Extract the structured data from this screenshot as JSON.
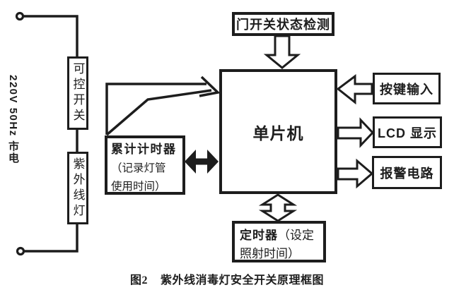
{
  "palette": {
    "ink": "#1d1d1d",
    "background": "#ffffff"
  },
  "power": {
    "label": "220V 50Hz 市电"
  },
  "blocks": {
    "controllable_switch": {
      "label": "可控开关"
    },
    "uv_lamp": {
      "label": "紫外线灯"
    },
    "door_switch_detect": {
      "label": "门开关状态检测"
    },
    "mcu": {
      "label": "单片机"
    },
    "key_input": {
      "label": "按键输入"
    },
    "lcd_display": {
      "label": "LCD 显示"
    },
    "alarm_circuit": {
      "label": "报警电路"
    },
    "accum_timer": {
      "title": "累计计时器",
      "note_line1": "（记录灯管",
      "note_line2": "使用时间）"
    },
    "set_timer": {
      "title": "定时器",
      "note_inline": "（设定",
      "note_line2": "照射时间）"
    }
  },
  "edges": [
    {
      "from": "mains-terminal-top",
      "to": "controllable_switch",
      "style": "wire",
      "direction": "none"
    },
    {
      "from": "controllable_switch",
      "to": "uv_lamp",
      "style": "wire",
      "direction": "none"
    },
    {
      "from": "uv_lamp",
      "to": "mains-terminal-bottom",
      "style": "wire",
      "direction": "none"
    },
    {
      "from": "accum_timer",
      "to": "mcu",
      "style": "tapered-line-arrow",
      "direction": "to-mcu"
    },
    {
      "from": "accum_timer",
      "to": "mcu",
      "style": "solid-double-arrow",
      "direction": "both"
    },
    {
      "from": "door_switch_detect",
      "to": "mcu",
      "style": "outline-block-arrow",
      "direction": "down"
    },
    {
      "from": "key_input",
      "to": "mcu",
      "style": "outline-block-arrow",
      "direction": "left"
    },
    {
      "from": "mcu",
      "to": "lcd_display",
      "style": "outline-block-arrow",
      "direction": "right"
    },
    {
      "from": "mcu",
      "to": "alarm_circuit",
      "style": "outline-block-arrow",
      "direction": "right"
    },
    {
      "from": "mcu",
      "to": "set_timer",
      "style": "outline-double-arrow",
      "direction": "both"
    }
  ],
  "caption": {
    "figure_label": "图2",
    "title": "紫外线消毒灯安全开关原理框图"
  }
}
